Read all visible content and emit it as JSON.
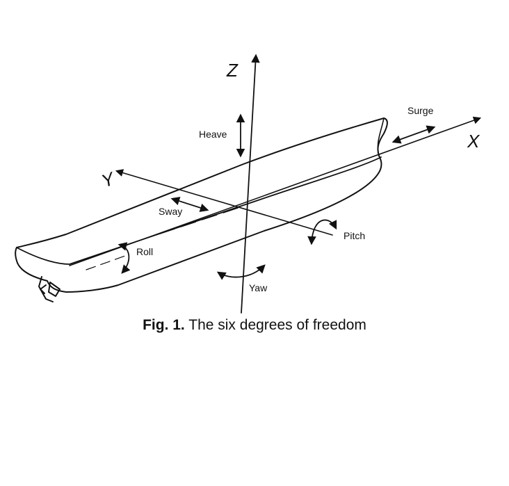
{
  "diagram": {
    "axes": {
      "x": "X",
      "y": "Y",
      "z": "Z"
    },
    "motions": {
      "surge": "Surge",
      "heave": "Heave",
      "sway": "Sway",
      "roll": "Roll",
      "pitch": "Pitch",
      "yaw": "Yaw"
    }
  },
  "caption": {
    "label": "Fig. 1.",
    "text": "The six degrees of freedom"
  }
}
